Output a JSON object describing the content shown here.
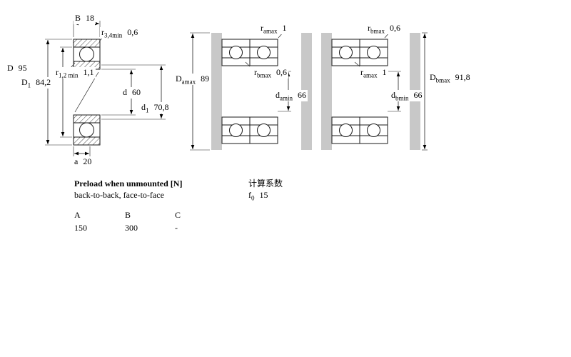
{
  "labels": {
    "B": {
      "main": "B",
      "sub": "",
      "value": "18"
    },
    "r34": {
      "main": "r",
      "sub": "3,4min",
      "value": "0,6"
    },
    "D": {
      "main": "D",
      "sub": "",
      "value": "95"
    },
    "r12": {
      "main": "r",
      "sub": "1,2 min",
      "value": "1,1"
    },
    "D1": {
      "main": "D",
      "sub": "1",
      "value": "84,2"
    },
    "d": {
      "main": "d",
      "sub": "",
      "value": "60"
    },
    "d1": {
      "main": "d",
      "sub": "1",
      "value": "70,8"
    },
    "a": {
      "main": "a",
      "sub": "",
      "value": "20"
    },
    "ramax_mid": {
      "main": "r",
      "sub": "amax",
      "value": "1"
    },
    "Damax": {
      "main": "D",
      "sub": "amax",
      "value": "89"
    },
    "rbmax_mid": {
      "main": "r",
      "sub": "bmax",
      "value": "0,6"
    },
    "damin": {
      "main": "d",
      "sub": "amin",
      "value": "66"
    },
    "rbmax_right": {
      "main": "r",
      "sub": "bmax",
      "value": "0,6"
    },
    "ramax_right": {
      "main": "r",
      "sub": "amax",
      "value": "1"
    },
    "Dbmax": {
      "main": "D",
      "sub": "bmax",
      "value": "91,8"
    },
    "dbmin": {
      "main": "d",
      "sub": "bmin",
      "value": "66"
    }
  },
  "preload": {
    "title": "Preload when unmounted [N]",
    "subtitle": "back-to-back, face-to-face",
    "columns": [
      "A",
      "B",
      "C"
    ],
    "values": [
      "150",
      "300",
      "-"
    ]
  },
  "calc": {
    "title": "计算系数",
    "factor": {
      "main": "f",
      "sub": "0",
      "value": "15"
    }
  }
}
